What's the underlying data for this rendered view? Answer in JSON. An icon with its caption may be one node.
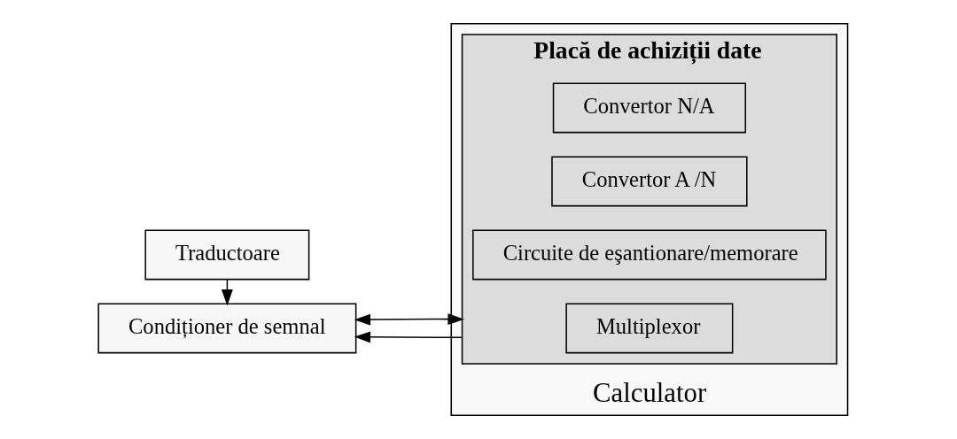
{
  "diagram": {
    "nodes": [
      {
        "text": [
          "Condiționer de semnal"
        ]
      },
      {
        "text": [
          "Traductoare"
        ]
      },
      {
        "text": [
          "Calculator"
        ]
      },
      {
        "text": [
          "Placă de achiziții date"
        ],
        "in": 2
      },
      {
        "text": [
          "Multiplexor"
        ],
        "in": 3
      },
      {
        "text": [
          "Circuite de eşantionare/memorare"
        ],
        "in": 3
      },
      {
        "text": [
          "Convertor A /N"
        ],
        "in": 3
      },
      {
        "text": [
          "Convertor N/A"
        ],
        "in": 3
      }
    ],
    "edges": [
      {
        "from": 0,
        "to": 3,
        "arrow": "both"
      },
      {
        "from": 3,
        "to": 0,
        "arrow": "to"
      },
      {
        "from": 1,
        "to": 0,
        "arrow": "to"
      }
    ]
  }
}
